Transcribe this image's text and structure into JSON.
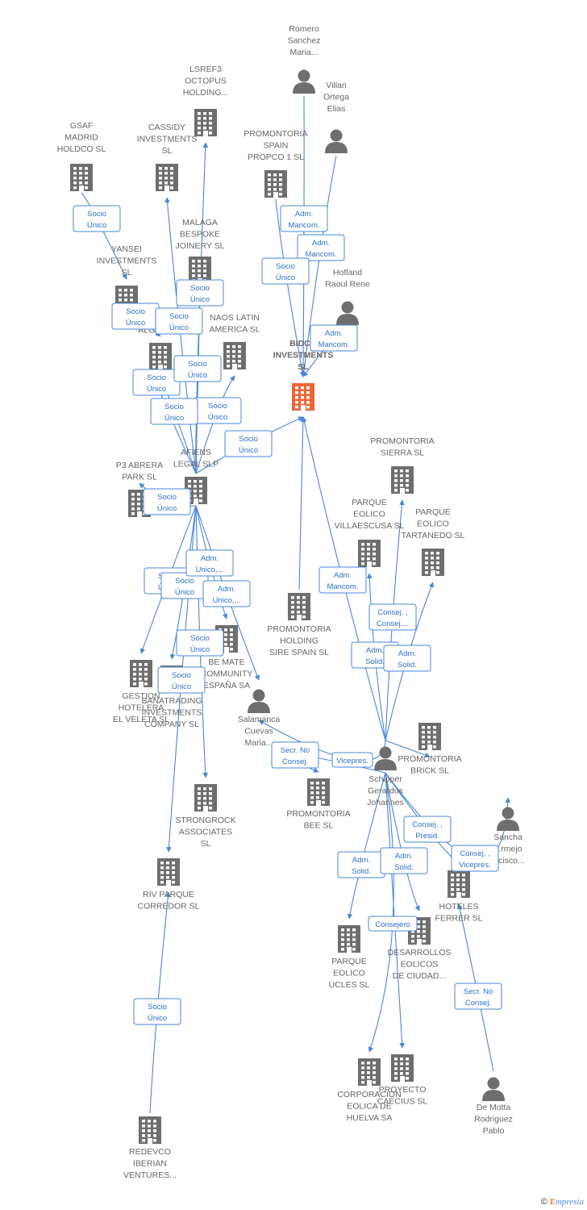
{
  "nodes": [
    {
      "id": "bidco",
      "type": "company",
      "focus": true,
      "label": [
        "BIDCO",
        "INVESTMENTS",
        "SL"
      ]
    },
    {
      "id": "romero",
      "type": "person",
      "label": [
        "Romero",
        "Sanchez",
        "Maria..."
      ]
    },
    {
      "id": "villan",
      "type": "person",
      "label": [
        "Villan",
        "Ortega",
        "Elias"
      ]
    },
    {
      "id": "hofland",
      "type": "person",
      "label": [
        "Hofland",
        "Raoul Rene"
      ]
    },
    {
      "id": "lsref3",
      "type": "company",
      "label": [
        "LSREF3",
        "OCTOPUS",
        "HOLDING..."
      ]
    },
    {
      "id": "gsaf",
      "type": "company",
      "label": [
        "GSAF",
        "MADRID",
        "HOLDCO SL"
      ]
    },
    {
      "id": "cassidy",
      "type": "company",
      "label": [
        "CASSIDY",
        "INVESTMENTS",
        "SL"
      ]
    },
    {
      "id": "promontoria_spain",
      "type": "company",
      "label": [
        "PROMONTORIA",
        "SPAIN",
        "PROPCO 1 SL"
      ]
    },
    {
      "id": "malaga",
      "type": "company",
      "label": [
        "MALAGA",
        "BESPOKE",
        "JOINERY SL"
      ]
    },
    {
      "id": "yansei",
      "type": "company",
      "label": [
        "YANSEI",
        "INVESTMENTS",
        "SL"
      ]
    },
    {
      "id": "alcala",
      "type": "company",
      "label": [
        "...SH",
        "ALCALA SL"
      ]
    },
    {
      "id": "naos",
      "type": "company",
      "label": [
        "NAOS LATIN",
        "AMERICA SL"
      ]
    },
    {
      "id": "afiens",
      "type": "company",
      "label": [
        "AFIENS",
        "LEGAL SLP"
      ]
    },
    {
      "id": "p3",
      "type": "company",
      "label": [
        "P3 ABRERA",
        "PARK SL"
      ]
    },
    {
      "id": "prom_sierra",
      "type": "company",
      "label": [
        "PROMONTORIA",
        "SIERRA SL"
      ]
    },
    {
      "id": "pe_villaescusa",
      "type": "company",
      "label": [
        "PARQUE",
        "EOLICO",
        "VILLAESCUSA SL"
      ]
    },
    {
      "id": "pe_tartanedo",
      "type": "company",
      "label": [
        "PARQUE",
        "EOLICO",
        "TARTANEDO SL"
      ]
    },
    {
      "id": "prom_holding",
      "type": "company",
      "label": [
        "PROMONTORIA",
        "HOLDING",
        "SIRE SPAIN SL"
      ]
    },
    {
      "id": "gestion",
      "type": "company",
      "label": [
        "GESTION",
        "HOTELERA",
        "EL VELETA SL"
      ]
    },
    {
      "id": "banatrading",
      "type": "company",
      "label": [
        "BANATRADING",
        "INVESTMENTS",
        "COMPANY SL"
      ]
    },
    {
      "id": "bemate",
      "type": "company",
      "label": [
        "BE MATE",
        "COMMUNITY",
        "ESPAÑA SA"
      ]
    },
    {
      "id": "salamanca",
      "type": "person",
      "label": [
        "Salamanca",
        "Cuevas",
        "Maria..."
      ]
    },
    {
      "id": "schipper",
      "type": "person",
      "label": [
        "Schipper",
        "Gerardus",
        "Johannes"
      ]
    },
    {
      "id": "prom_brick",
      "type": "company",
      "label": [
        "PROMONTORIA",
        "BRICK SL"
      ]
    },
    {
      "id": "prom_bee",
      "type": "company",
      "label": [
        "PROMONTORIA",
        "BEE SL"
      ]
    },
    {
      "id": "strongrock",
      "type": "company",
      "label": [
        "STRONGROCK",
        "ASSOCIATES",
        "SL"
      ]
    },
    {
      "id": "sancha",
      "type": "person",
      "label": [
        "Sancha",
        "...rmejo",
        "...cisco..."
      ]
    },
    {
      "id": "riv",
      "type": "company",
      "label": [
        "RIV PARQUE",
        "CORREDOR SL"
      ]
    },
    {
      "id": "hoteles_ferrer",
      "type": "company",
      "label": [
        "HOTELES",
        "FERRER SL"
      ]
    },
    {
      "id": "pe_ucles",
      "type": "company",
      "label": [
        "PARQUE",
        "EOLICO",
        "UCLES SL"
      ]
    },
    {
      "id": "desarrollos",
      "type": "company",
      "label": [
        "DESARROLLOS",
        "EOLICOS",
        "DE CIUDAD..."
      ]
    },
    {
      "id": "corporacion",
      "type": "company",
      "label": [
        "CORPORACION",
        "EOLICA DE",
        "HUELVA SA"
      ]
    },
    {
      "id": "proyecto",
      "type": "company",
      "label": [
        "PROYECTO",
        "CAECIUS SL"
      ]
    },
    {
      "id": "demotta",
      "type": "person",
      "label": [
        "De Motta",
        "Rodriguez",
        "Pablo"
      ]
    },
    {
      "id": "redevco",
      "type": "company",
      "label": [
        "REDEVCO",
        "IBERIAN",
        "VENTURES..."
      ]
    }
  ],
  "edge_labels": [
    {
      "id": "e1",
      "lines": [
        "Adm.",
        "Mancom."
      ]
    },
    {
      "id": "e2",
      "lines": [
        "Adm.",
        "Mancom."
      ]
    },
    {
      "id": "e3",
      "lines": [
        "Socio",
        "Único"
      ]
    },
    {
      "id": "e4",
      "lines": [
        "Adm.",
        "Mancom."
      ]
    },
    {
      "id": "e5",
      "lines": [
        "Socio",
        "Único"
      ]
    },
    {
      "id": "e6",
      "lines": [
        "Socio",
        "Único"
      ]
    },
    {
      "id": "e7",
      "lines": [
        "Socio",
        "Único"
      ]
    },
    {
      "id": "e8",
      "lines": [
        "Socio",
        "Único"
      ]
    },
    {
      "id": "e9",
      "lines": [
        "Socio",
        "Único"
      ]
    },
    {
      "id": "e10",
      "lines": [
        "Socio",
        "Único"
      ]
    },
    {
      "id": "e11",
      "lines": [
        "Socio",
        "Único"
      ]
    },
    {
      "id": "e12",
      "lines": [
        "Socio",
        "Único"
      ]
    },
    {
      "id": "e13",
      "lines": [
        "Socio",
        "Único"
      ]
    },
    {
      "id": "e14",
      "lines": [
        "Socio",
        "Único"
      ]
    },
    {
      "id": "e15",
      "lines": [
        "Socio",
        "Único"
      ]
    },
    {
      "id": "e16",
      "lines": [
        "Socio",
        "Único"
      ]
    },
    {
      "id": "e17",
      "lines": [
        "Adm.",
        "Unico,..."
      ]
    },
    {
      "id": "e18",
      "lines": [
        "Adm.",
        "Unico,..."
      ]
    },
    {
      "id": "e19",
      "lines": [
        "Socio",
        "Único"
      ]
    },
    {
      "id": "e20",
      "lines": [
        "Socio",
        "Único"
      ]
    },
    {
      "id": "e21",
      "lines": [
        "Adm.",
        "Mancom."
      ]
    },
    {
      "id": "e22",
      "lines": [
        "Consej. ,",
        "Consej...."
      ]
    },
    {
      "id": "e23",
      "lines": [
        "Adm.",
        "Solid."
      ]
    },
    {
      "id": "e24",
      "lines": [
        "Adm.",
        "Solid."
      ]
    },
    {
      "id": "e25",
      "lines": [
        "Secr. No",
        "Consej."
      ]
    },
    {
      "id": "e26",
      "lines": [
        "Vicepres."
      ]
    },
    {
      "id": "e27",
      "lines": [
        "Consej. ,",
        "Presid."
      ]
    },
    {
      "id": "e28",
      "lines": [
        "Consej. ,",
        "Vicepres."
      ]
    },
    {
      "id": "e29",
      "lines": [
        "Adm.",
        "Solid."
      ]
    },
    {
      "id": "e30",
      "lines": [
        "Adm.",
        "Solid."
      ]
    },
    {
      "id": "e31",
      "lines": [
        "Consejero"
      ]
    },
    {
      "id": "e32",
      "lines": [
        "Secr. No",
        "Consej."
      ]
    },
    {
      "id": "e33",
      "lines": [
        "Socio",
        "Único"
      ]
    }
  ],
  "copyright": {
    "symbol": "©",
    "brand_initial": "E",
    "brand_rest": "mpresia"
  },
  "colors": {
    "edge": "#4a86d8",
    "node": "#6e6e6e",
    "focus": "#ef6433"
  }
}
